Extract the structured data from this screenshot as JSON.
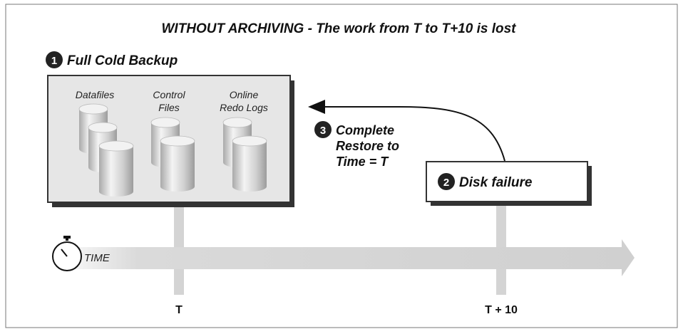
{
  "title": "WITHOUT ARCHIVING - The work from T to T+10 is lost",
  "steps": {
    "step1": {
      "number": "1",
      "label": "Full Cold Backup"
    },
    "step2": {
      "number": "2",
      "label": "Disk failure"
    },
    "step3": {
      "number": "3",
      "lines": [
        "Complete",
        "Restore to",
        "Time = T"
      ]
    }
  },
  "backup_groups": {
    "datafiles": {
      "lines": [
        "Datafiles"
      ]
    },
    "control_files": {
      "lines": [
        "Control",
        "Files"
      ]
    },
    "redo_logs": {
      "lines": [
        "Online",
        "Redo Logs"
      ]
    }
  },
  "timeline": {
    "label": "TIME",
    "tick_t": "T",
    "tick_t10": "T + 10"
  },
  "icons": {
    "stopwatch": "stopwatch-icon",
    "disk": "disk-cylinder-icon",
    "arrow": "curved-arrow-icon"
  },
  "colors": {
    "border": "#555555",
    "box_fill": "#e6e6e6",
    "timeline": "#d4d4d4",
    "badge": "#222222"
  }
}
